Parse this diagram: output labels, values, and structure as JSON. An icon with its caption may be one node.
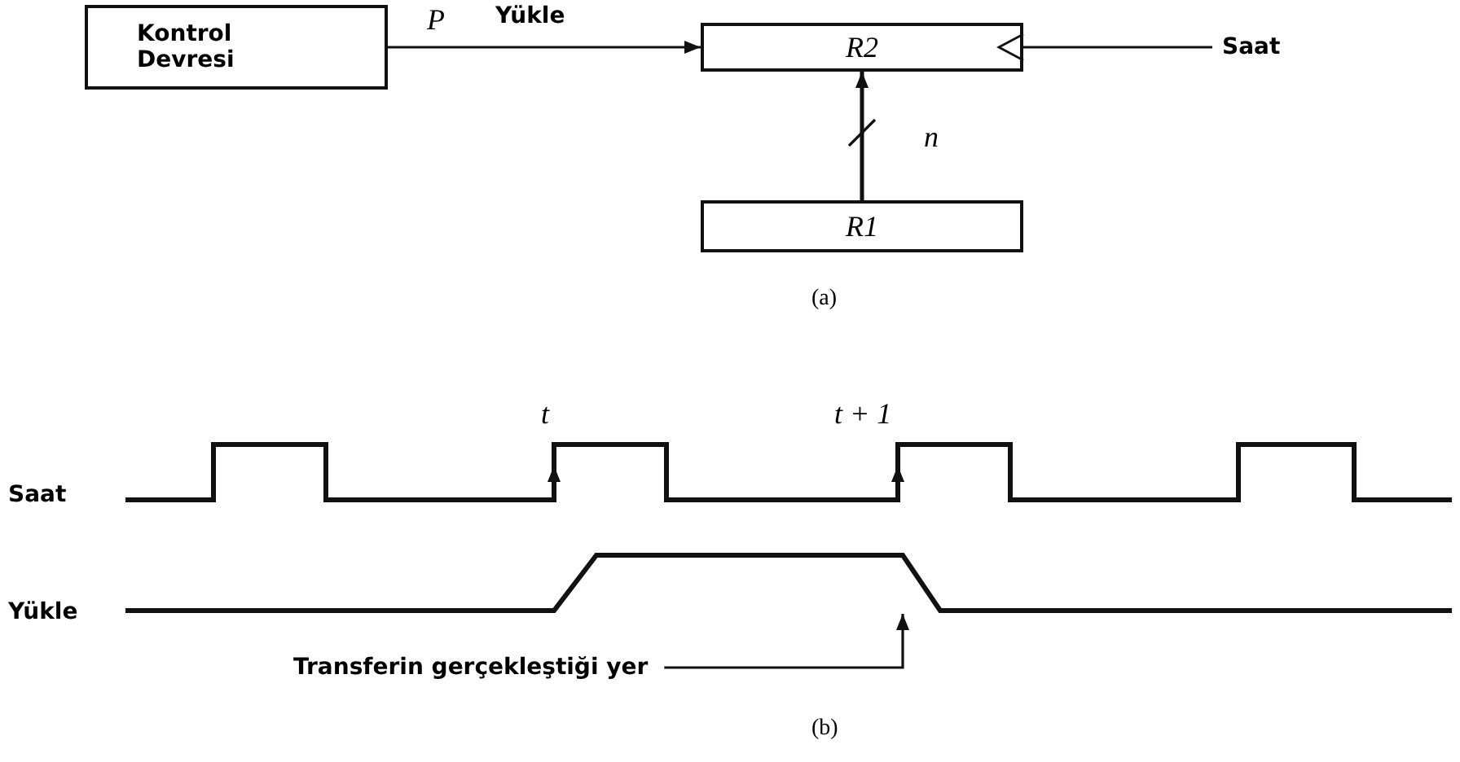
{
  "diagram": {
    "nodes": [
      {
        "text": [
          "Kontrol Devresi"
        ]
      },
      {
        "text": [
          "R2"
        ]
      },
      {
        "text": [
          "R1"
        ]
      },
      {
        "text": [
          "Saat"
        ]
      },
      {
        "text": [
          "Transferin gerçekleştiği yer"
        ]
      },
      {
        "text": [],
        "shape": "line"
      }
    ],
    "edges": [
      {
        "from": 0,
        "to": 1,
        "arrow": "to",
        "label": "Yükle"
      },
      {
        "from": 3,
        "to": 1,
        "arrow": "to"
      },
      {
        "from": 2,
        "to": 1,
        "arrow": "to",
        "label": "n"
      },
      {
        "from": 4,
        "to": 5,
        "arrow": "to"
      }
    ],
    "labels": [
      "P",
      "(a)",
      "t",
      "t + 1",
      "Saat",
      "Yükle",
      "(b)"
    ]
  }
}
